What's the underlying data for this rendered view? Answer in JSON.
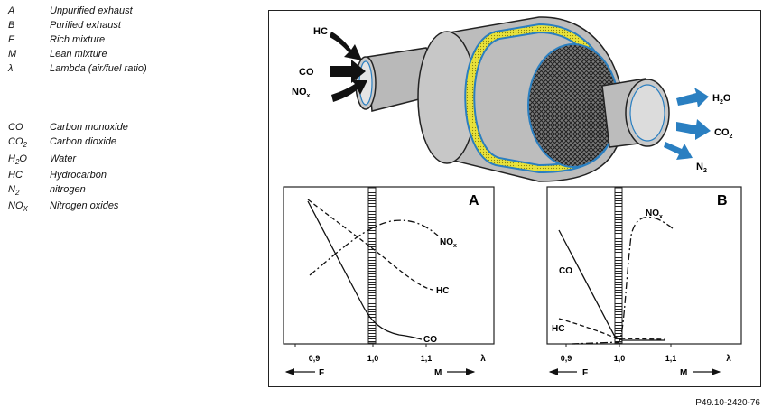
{
  "legend_top": [
    {
      "code": "A",
      "desc": "Unpurified exhaust"
    },
    {
      "code": "B",
      "desc": "Purified exhaust"
    },
    {
      "code": "F",
      "desc": "Rich mixture"
    },
    {
      "code": "M",
      "desc": "Lean mixture"
    },
    {
      "code": "λ",
      "desc": "Lambda (air/fuel ratio)"
    }
  ],
  "legend_bottom": [
    {
      "code": "CO",
      "sub": "",
      "code_after": "",
      "desc": "Carbon monoxide"
    },
    {
      "code": "CO",
      "sub": "2",
      "code_after": "",
      "desc": "Carbon dioxide"
    },
    {
      "code": "H",
      "sub": "2",
      "code_after": "O",
      "desc": "Water"
    },
    {
      "code": "HC",
      "sub": "",
      "code_after": "",
      "desc": "Hydrocarbon"
    },
    {
      "code": "N",
      "sub": "2",
      "code_after": "",
      "desc": "nitrogen"
    },
    {
      "code": "NO",
      "sub": "X",
      "code_after": "",
      "desc": "Nitrogen oxides"
    }
  ],
  "converter": {
    "inputs": [
      {
        "label": "HC",
        "sub": ""
      },
      {
        "label": "CO",
        "sub": ""
      },
      {
        "label": "NO",
        "sub": "x"
      }
    ],
    "outputs": [
      {
        "label": "H",
        "sub": "2",
        "after": "O"
      },
      {
        "label": "CO",
        "sub": "2",
        "after": ""
      },
      {
        "label": "N",
        "sub": "2",
        "after": ""
      }
    ]
  },
  "graphs": [
    {
      "id": "A",
      "title": "A",
      "ticks": [
        "0,9",
        "1,0",
        "1,1",
        "λ"
      ],
      "rich_label": "F",
      "lean_label": "M",
      "curve_labels": [
        {
          "text": "NO",
          "sub": "x"
        },
        {
          "text": "HC",
          "sub": ""
        },
        {
          "text": "CO",
          "sub": ""
        }
      ]
    },
    {
      "id": "B",
      "title": "B",
      "ticks": [
        "0,9",
        "1,0",
        "1,1",
        "λ"
      ],
      "rich_label": "F",
      "lean_label": "M",
      "curve_labels": [
        {
          "text": "NO",
          "sub": "x"
        },
        {
          "text": "CO",
          "sub": ""
        },
        {
          "text": "HC",
          "sub": ""
        }
      ]
    }
  ],
  "reference_code": "P49.10-2420-76"
}
